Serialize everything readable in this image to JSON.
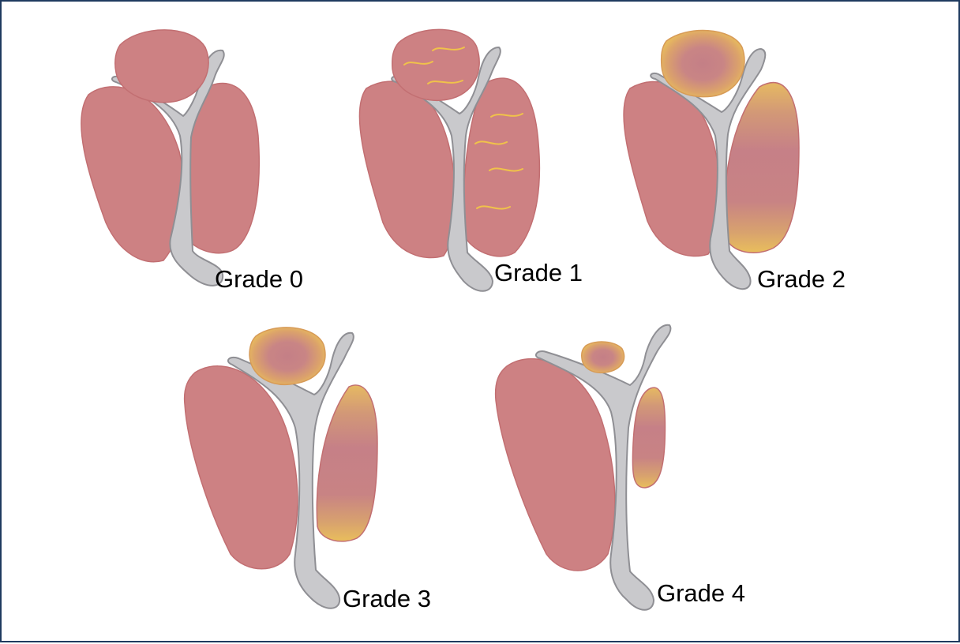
{
  "colors": {
    "border": "#1f3a5f",
    "lobe_fill": "#cd8183",
    "lobe_stroke": "#c26f72",
    "duct_fill": "#c9c9cc",
    "duct_stroke": "#8f8f94",
    "fatty_yellow": "#e9be5c",
    "fatty_streak": "#f0c24a"
  },
  "grades": [
    {
      "label": "Grade 0"
    },
    {
      "label": "Grade 1"
    },
    {
      "label": "Grade 2"
    },
    {
      "label": "Grade 3"
    },
    {
      "label": "Grade 4"
    }
  ]
}
